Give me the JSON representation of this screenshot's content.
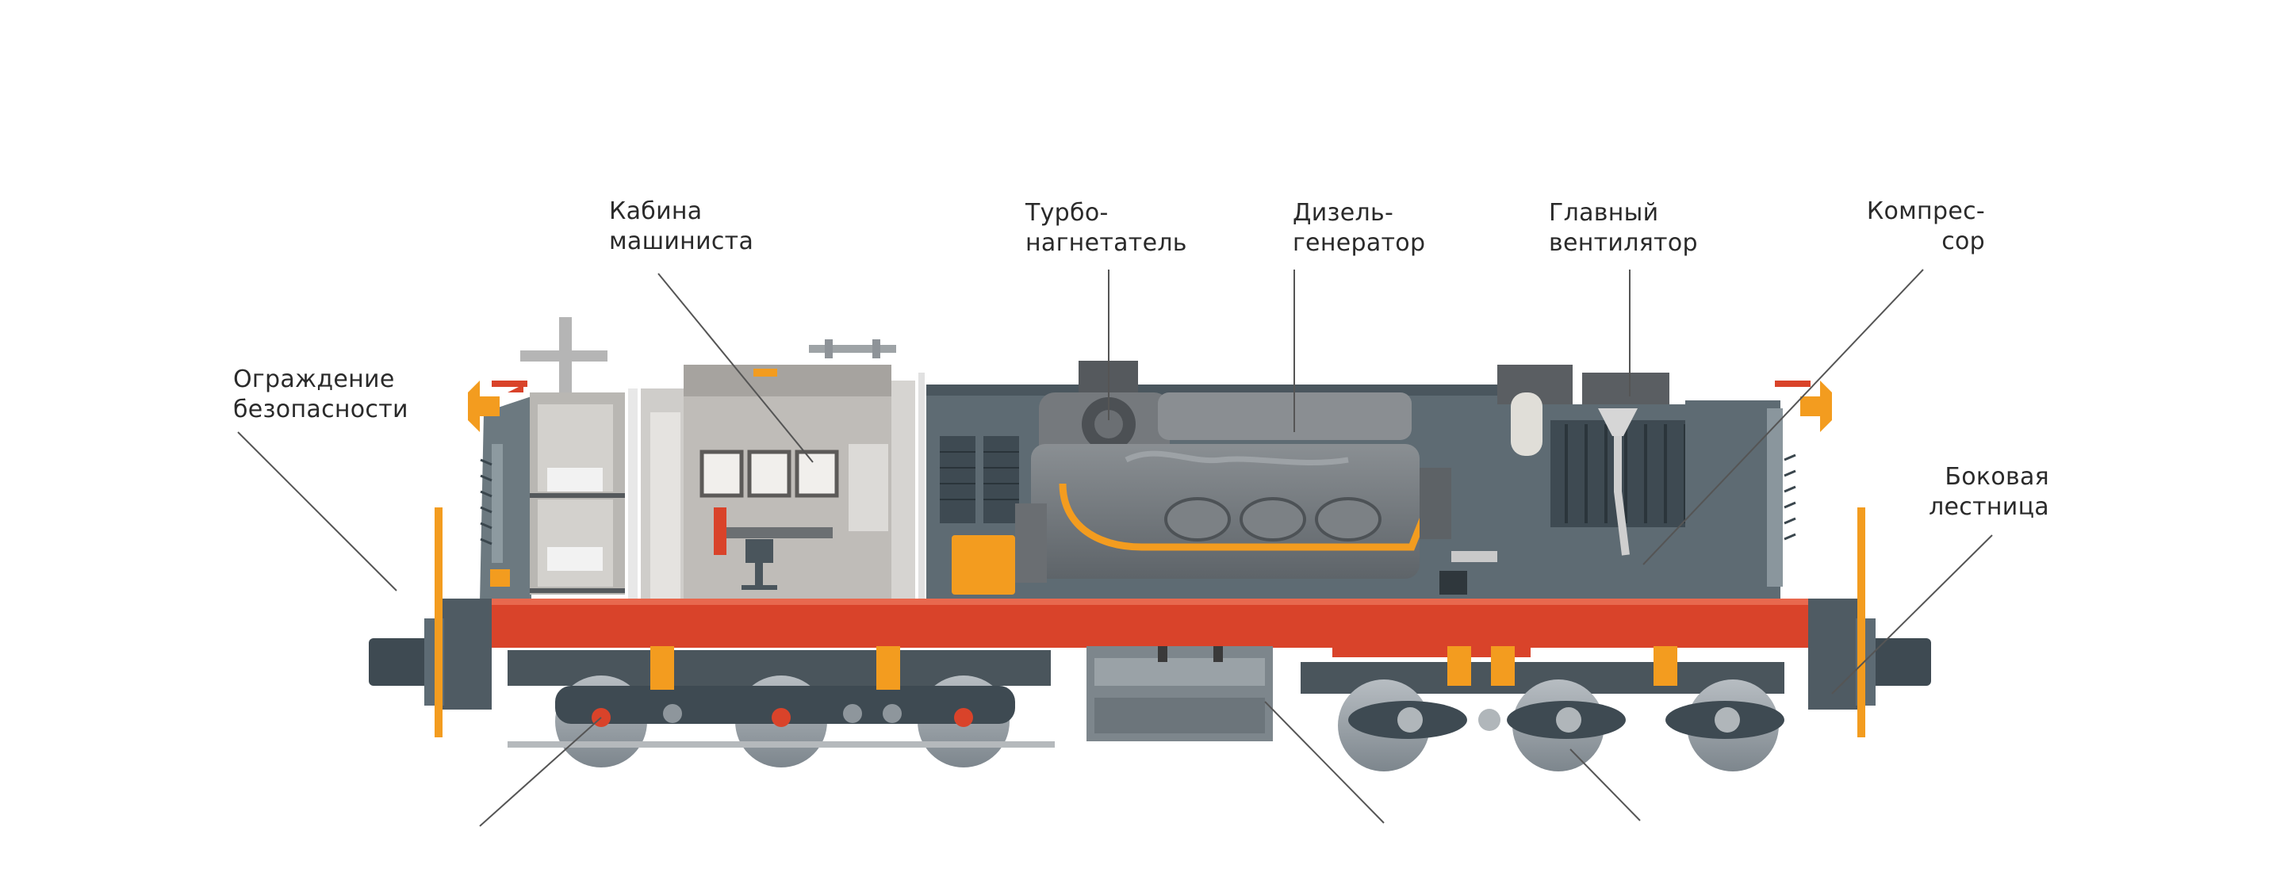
{
  "labels": {
    "safety_guard": [
      "Ограждение",
      "безопасности"
    ],
    "driver_cab": [
      "Кабина",
      "машиниста"
    ],
    "turbocharger": [
      "Турбо-",
      "нагнетатель"
    ],
    "diesel_generator": [
      "Дизель-",
      "генератор"
    ],
    "main_fan": [
      "Главный",
      "вентилятор"
    ],
    "compressor": [
      "Компрес-",
      "сор"
    ],
    "side_ladder": [
      "Боковая",
      "лестница"
    ]
  },
  "colors": {
    "body_grey": "#5d6b74",
    "dark_grey": "#3e4a52",
    "frame_red": "#d9432a",
    "orange": "#f39c1f",
    "light_grey": "#c9c9c9",
    "wheel_grey": "#8e969c",
    "leader_line": "#555555"
  }
}
